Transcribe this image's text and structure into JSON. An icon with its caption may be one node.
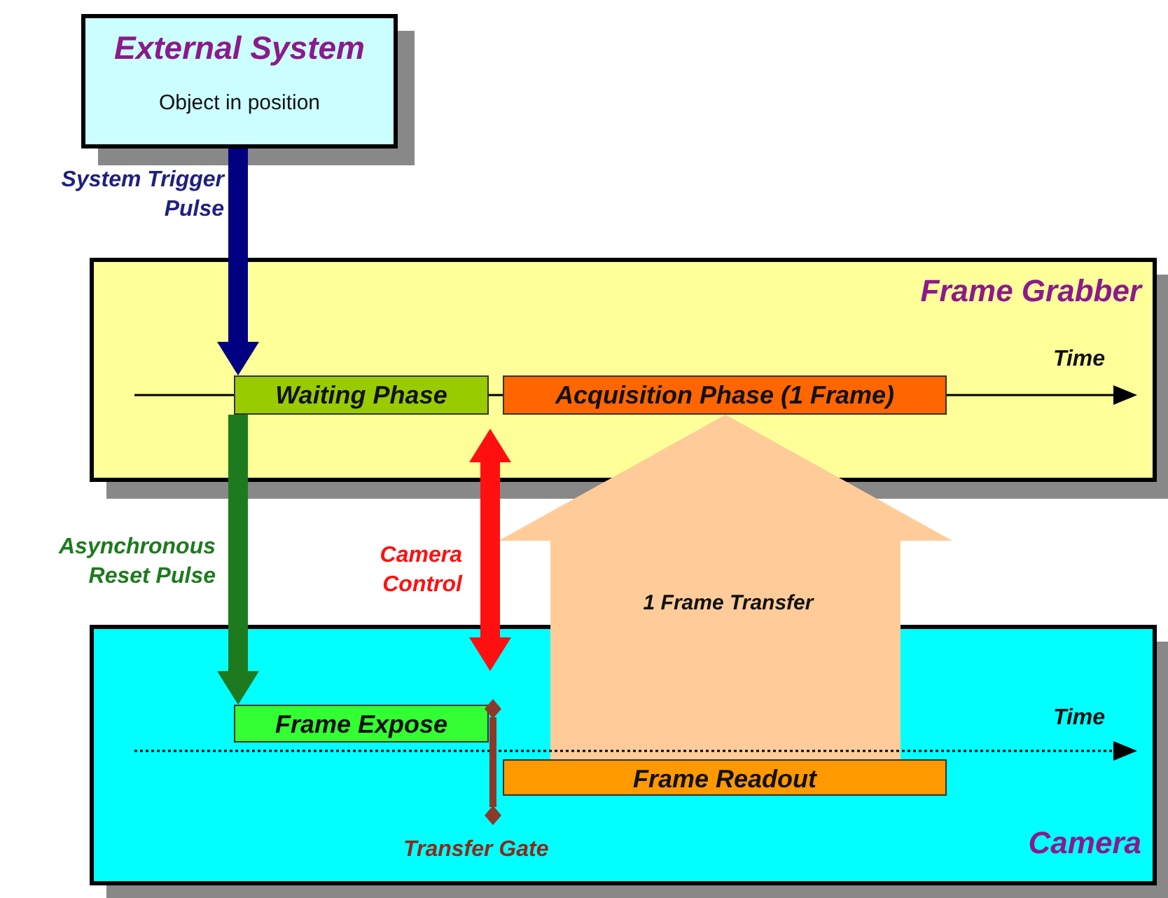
{
  "diagram": {
    "nodes": [
      {
        "text": [
          "External System",
          "Object in position"
        ]
      },
      {
        "text": [
          "Frame Grabber"
        ]
      },
      {
        "text": [
          "Waiting Phase"
        ],
        "in": 1
      },
      {
        "text": [
          "Acquisition Phase (1 Frame)"
        ],
        "in": 1
      },
      {
        "text": [
          "Camera"
        ]
      },
      {
        "text": [
          "Frame Expose"
        ],
        "in": 4
      },
      {
        "text": [
          "Frame Readout"
        ],
        "in": 4
      }
    ],
    "edges": [
      {
        "from": 0,
        "to": 2,
        "arrow": "to",
        "label": "System Trigger Pulse",
        "color": "#000080"
      },
      {
        "from": 2,
        "to": 5,
        "arrow": "to",
        "label": "Asynchronous Reset Pulse",
        "color": "#1e7a1e"
      },
      {
        "from": 2,
        "to": 5,
        "arrow": "both",
        "label": "Camera Control",
        "color": "#ff1010"
      },
      {
        "from": 6,
        "to": 3,
        "arrow": "to",
        "label": "1 Frame Transfer",
        "style": "thick",
        "color": "#ffcc99"
      }
    ],
    "labels": [
      "Time",
      "Time",
      "Transfer Gate"
    ]
  }
}
